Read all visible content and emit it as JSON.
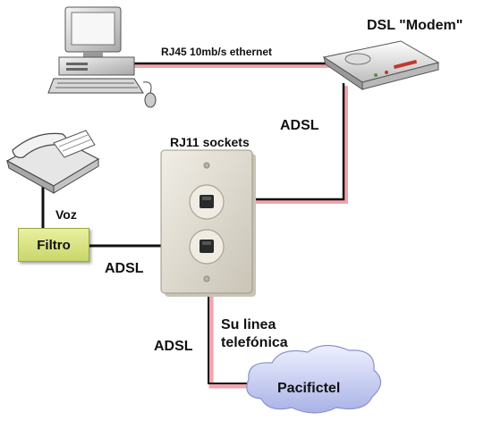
{
  "labels": {
    "ethernet": "RJ45 10mb/s ethernet",
    "modem": "DSL \"Modem\"",
    "rj11": "RJ11 sockets",
    "adsl_modem": "ADSL",
    "voz": "Voz",
    "filtro": "Filtro",
    "adsl_filter": "ADSL",
    "su_linea_1": "Su linea",
    "su_linea_2": "telefónica",
    "adsl_line": "ADSL",
    "pacifictel": "Pacifictel"
  },
  "colors": {
    "line_black": "#111111",
    "line_pink": "#f2a3ad",
    "filter_fill": "#d6df7c",
    "plate_fill": "#ddd9cf",
    "cloud_fill": "#cdd3f3"
  }
}
